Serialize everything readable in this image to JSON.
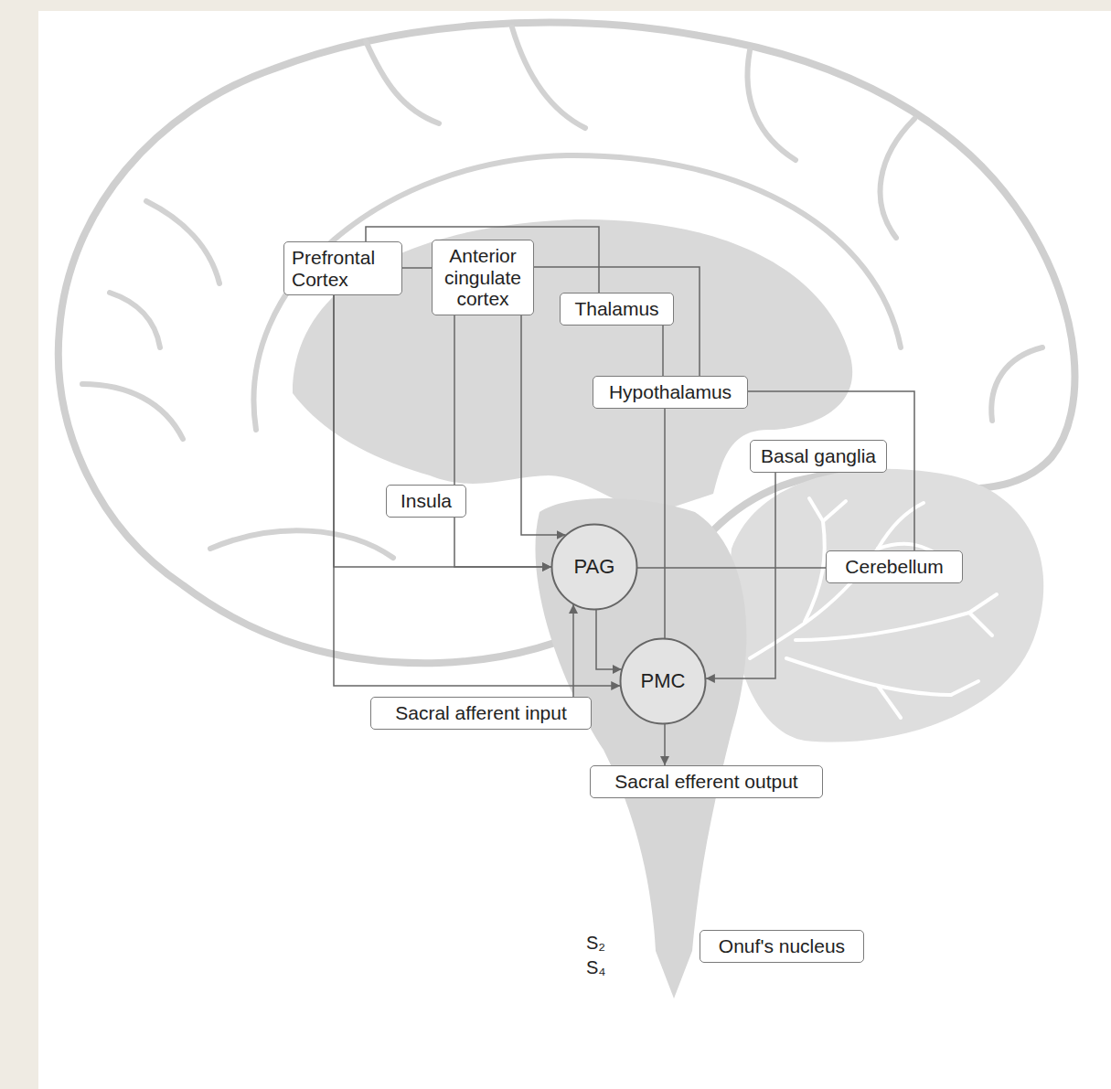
{
  "diagram": {
    "nodes": [
      {
        "text": [
          "Prefrontal Cortex"
        ]
      },
      {
        "text": [
          "Anterior cingulate cortex"
        ]
      },
      {
        "text": [
          "Thalamus"
        ]
      },
      {
        "text": [
          "Hypothalamus"
        ]
      },
      {
        "text": [
          "Basal ganglia"
        ]
      },
      {
        "text": [
          "Insula"
        ]
      },
      {
        "text": [
          "PAG"
        ]
      },
      {
        "text": [
          "Cerebellum"
        ]
      },
      {
        "text": [
          "PMC"
        ]
      },
      {
        "text": [
          "Sacral afferent input"
        ]
      },
      {
        "text": [
          "Sacral efferent output"
        ]
      },
      {
        "text": [
          "Onuf's nucleus"
        ]
      }
    ],
    "edges": [
      {
        "from": 0,
        "to": 2,
        "arrow": "none"
      },
      {
        "from": 0,
        "to": 1,
        "arrow": "none"
      },
      {
        "from": 1,
        "to": 3,
        "arrow": "none"
      },
      {
        "from": 2,
        "to": 3,
        "arrow": "none"
      },
      {
        "from": 0,
        "to": 6,
        "arrow": "to"
      },
      {
        "from": 0,
        "to": 8,
        "arrow": "to"
      },
      {
        "from": 1,
        "to": 5,
        "arrow": "none"
      },
      {
        "from": 5,
        "to": 6,
        "arrow": "to"
      },
      {
        "from": 1,
        "to": 6,
        "arrow": "to"
      },
      {
        "from": 3,
        "to": 8,
        "arrow": "none"
      },
      {
        "from": 3,
        "to": 7,
        "arrow": "none"
      },
      {
        "from": 6,
        "to": 7,
        "arrow": "none"
      },
      {
        "from": 4,
        "to": 8,
        "arrow": "to"
      },
      {
        "from": 6,
        "to": 8,
        "arrow": "to"
      },
      {
        "from": 9,
        "to": 6,
        "arrow": "to"
      },
      {
        "from": 8,
        "to": 10,
        "arrow": "to"
      }
    ],
    "labels": [
      "S₂",
      "S₄"
    ]
  }
}
